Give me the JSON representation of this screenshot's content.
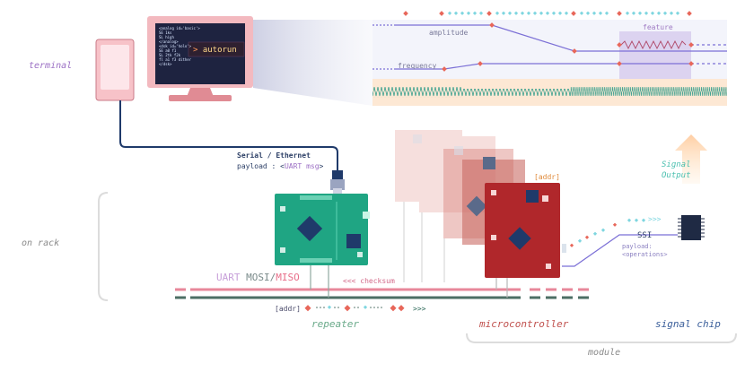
{
  "labels": {
    "terminal": "terminal",
    "on_rack": "on rack",
    "serial_title": "Serial / Ethernet",
    "serial_payload_prefix": "payload : <",
    "serial_payload_hl": "UART msg",
    "serial_payload_suffix": ">",
    "uart": "UART",
    "mosi": "MOSI",
    "slash": "/",
    "miso": "MISO",
    "checksum": "<<< checksum",
    "addr_bottom": "[addr]",
    "arrows_bottom": ">>>",
    "addr_top": "[addr]",
    "ssi": "SSI",
    "ssi_payload": "payload:",
    "ssi_ops": "<operations>",
    "ssi_arrows": ">>>",
    "signal_line1": "Signal",
    "signal_line2": "Output",
    "amplitude": "amplitude",
    "frequency": "frequency",
    "feature": "feature",
    "repeater": "repeater",
    "microcontroller": "microcontroller",
    "signal_chip": "signal chip",
    "module": "module"
  },
  "terminal_screen": {
    "lines": [
      "<analog id='basic'>",
      "  SE    1ks",
      "  SL    high",
      "</analog>",
      "<dsk id='holo'>",
      "  SE    a0   f1",
      "  SL    2tk  f2k",
      "  fl    a1   f3  dither",
      "</dsk>"
    ],
    "prompt": ">",
    "command": "autorun"
  },
  "colors": {
    "pcb_green": "#1fa583",
    "pcb_red": "#b0272b",
    "uart_pink": "#e8879a",
    "bus_green": "#4d6f64",
    "signal_purple": "#7b6fd6",
    "accent_teal": "#7fd6e0"
  }
}
